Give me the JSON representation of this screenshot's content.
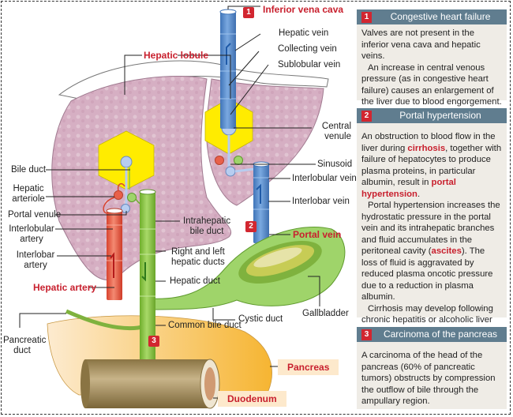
{
  "diagram": {
    "labels": {
      "inferior_vena_cava": "Inferior vena cava",
      "hepatic_vein": "Hepatic vein",
      "collecting_vein": "Collecting vein",
      "sublobular_vein": "Sublobular vein",
      "hepatic_lobule": "Hepatic lobule",
      "central_venule_1": "Central",
      "central_venule_2": "venule",
      "sinusoid": "Sinusoid",
      "interlobular_vein": "Interlobular vein",
      "interlobar_vein": "Interlobar vein",
      "portal_vein": "Portal vein",
      "bile_duct": "Bile duct",
      "hepatic_arteriole_1": "Hepatic",
      "hepatic_arteriole_2": "arteriole",
      "portal_venule": "Portal venule",
      "interlobular_artery_1": "Interlobular",
      "interlobular_artery_2": "artery",
      "interlobar_artery_1": "Interlobar",
      "interlobar_artery_2": "artery",
      "hepatic_artery": "Hepatic artery",
      "intrahepatic_bile_duct_1": "Intrahepatic",
      "intrahepatic_bile_duct_2": "bile duct",
      "right_left_hepatic_ducts_1": "Right and left",
      "right_left_hepatic_ducts_2": "hepatic ducts",
      "hepatic_duct": "Hepatic duct",
      "cystic_duct": "Cystic duct",
      "gallbladder": "Gallbladder",
      "common_bile_duct": "Common bile duct",
      "pancreatic_duct_1": "Pancreatic",
      "pancreatic_duct_2": "duct",
      "pancreas": "Pancreas",
      "duodenum": "Duodenum"
    },
    "badges": {
      "one": "1",
      "two": "2",
      "three": "3"
    },
    "colors": {
      "liver": "#d9b3c6",
      "lobule": "#ffec00",
      "vein": "#5b8fcf",
      "artery": "#e8604a",
      "bile": "#8cc63f",
      "pancreas": "#f9c36a",
      "duodenum": "#a08a5c",
      "highlight_red": "#c8202e",
      "panel_header": "#607d8f"
    }
  },
  "panels": [
    {
      "number": "1",
      "title": "Congestive heart failure",
      "paragraphs": [
        {
          "text": "Valves are not present in the inferior vena cava and hepatic veins."
        },
        {
          "text": "An increase in central venous pressure (as in congestive heart failure) causes an enlargement of the liver due to blood engorgement."
        }
      ]
    },
    {
      "number": "2",
      "title": "Portal hypertension",
      "p1_a": "An obstruction to blood flow in the liver during ",
      "p1_hl1": "cirrhosis",
      "p1_b": ", together with failure of hepatocytes to produce plasma proteins, in particular albumin, result in ",
      "p1_hl2": "portal hypertension",
      "p1_c": ".",
      "p2_a": "Portal hypertension increases the hydrostatic pressure in the portal vein and its intrahepatic branches and fluid accumulates in the peritoneal cavity (",
      "p2_hl": "ascites",
      "p2_b": "). The loss of fluid is aggravated by reduced plasma oncotic pressure due to a reduction in plasma albumin.",
      "p3": "Cirrhosis may develop following chronic hepatitis or alcoholic liver disease."
    },
    {
      "number": "3",
      "title": "Carcinoma of the pancreas",
      "paragraphs": [
        {
          "text": "A carcinoma of the head of the pancreas (60% of pancreatic tumors) obstructs by compression the outflow of bile through the ampullary region."
        }
      ]
    }
  ]
}
